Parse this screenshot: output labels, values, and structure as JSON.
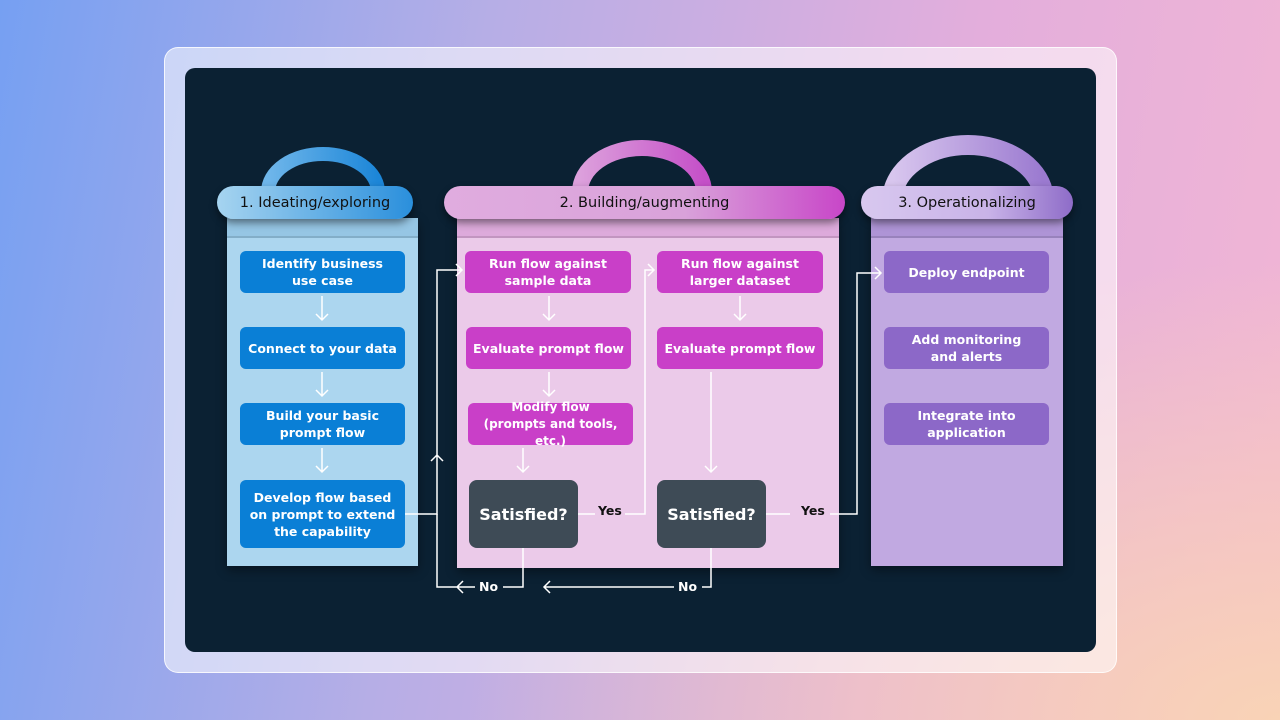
{
  "colors": {
    "ideating": "#0a7fd6",
    "building": "#c93fc8",
    "operationalizing": "#8c68c8",
    "decision": "#3e4b56",
    "panel": "#0b2133"
  },
  "stages": [
    {
      "title": "1. Ideating/exploring",
      "steps": [
        "Identify business\nuse case",
        "Connect to your data",
        "Build your basic\nprompt flow",
        "Develop flow based\non prompt to extend\nthe capability"
      ]
    },
    {
      "title": "2. Building/augmenting",
      "steps_a": [
        "Run flow against\nsample data",
        "Evaluate prompt flow",
        "Modify flow\n(prompts and tools, etc.)"
      ],
      "steps_b": [
        "Run flow against\nlarger dataset",
        "Evaluate prompt flow"
      ],
      "decision_a": "Satisfied?",
      "decision_b": "Satisfied?"
    },
    {
      "title": "3. Operationalizing",
      "steps": [
        "Deploy endpoint",
        "Add monitoring\nand alerts",
        "Integrate into\napplication"
      ]
    }
  ],
  "edges": {
    "yes": "Yes",
    "no": "No"
  }
}
